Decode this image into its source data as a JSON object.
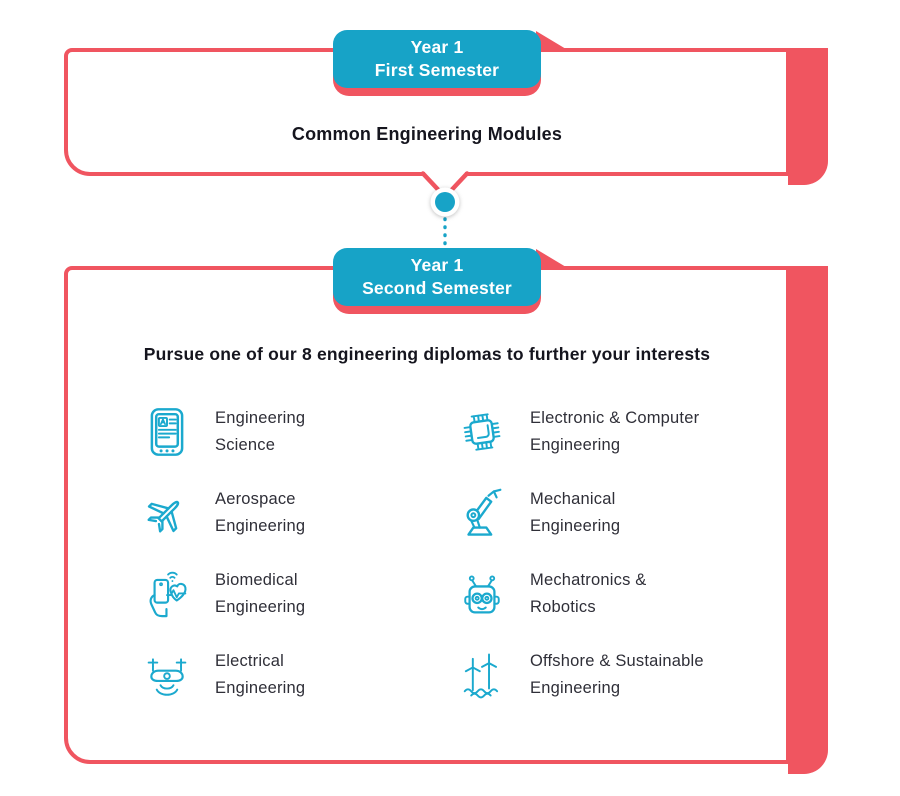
{
  "palette": {
    "red": "#f05560",
    "teal": "#17a3c7",
    "icon_stroke": "#1ba9ce",
    "title_text": "#15151e",
    "label_text": "#2f2f38",
    "white": "#ffffff"
  },
  "stage_first": {
    "banner": {
      "line1": "Year 1",
      "line2": "First Semester"
    },
    "body": "Common Engineering Modules"
  },
  "connector": {
    "style": "dotted-line-with-node",
    "color": "#17a3c7"
  },
  "stage_second": {
    "banner": {
      "line1": "Year 1",
      "line2": "Second Semester"
    },
    "intro": "Pursue one of our 8 engineering diplomas to further your interests",
    "diplomas": [
      {
        "icon": "tablet-document-icon",
        "line1": "Engineering",
        "line2": "Science"
      },
      {
        "icon": "microchip-icon",
        "line1": "Electronic & Computer",
        "line2": "Engineering"
      },
      {
        "icon": "airplane-icon",
        "line1": "Aerospace",
        "line2": "Engineering"
      },
      {
        "icon": "robot-arm-icon",
        "line1": "Mechanical",
        "line2": "Engineering"
      },
      {
        "icon": "health-monitor-icon",
        "line1": "Biomedical",
        "line2": "Engineering"
      },
      {
        "icon": "robot-head-icon",
        "line1": "Mechatronics &",
        "line2": "Robotics"
      },
      {
        "icon": "drone-icon",
        "line1": "Electrical",
        "line2": "Engineering"
      },
      {
        "icon": "wind-turbine-icon",
        "line1": "Offshore & Sustainable",
        "line2": "Engineering"
      }
    ]
  }
}
